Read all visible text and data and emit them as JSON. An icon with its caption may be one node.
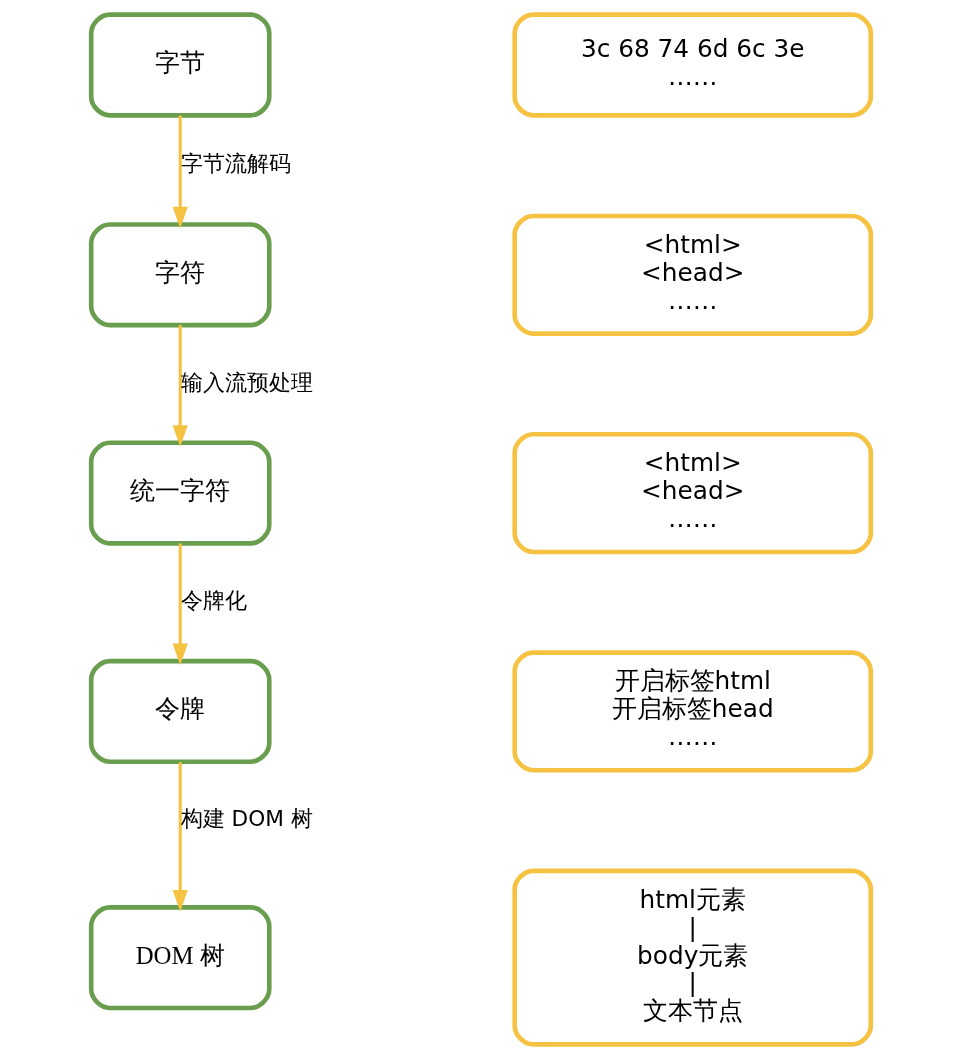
{
  "diagram": {
    "nodes": [
      {
        "text": [
          "字节"
        ]
      },
      {
        "text": [
          "字符"
        ]
      },
      {
        "text": [
          "统一字符"
        ]
      },
      {
        "text": [
          "令牌"
        ]
      },
      {
        "text": [
          "DOM 树"
        ]
      },
      {
        "text": [
          "3c 68 74 6d 6c 3e",
          "……"
        ]
      },
      {
        "text": [
          "<html>",
          "<head>",
          "……"
        ]
      },
      {
        "text": [
          "<html>",
          "<head>",
          "……"
        ]
      },
      {
        "text": [
          "开启标签html",
          "开启标签head",
          "……"
        ]
      },
      {
        "text": [
          "html元素",
          "|",
          "body元素",
          "|",
          "文本节点"
        ]
      }
    ],
    "edges": [
      {
        "from": 0,
        "to": 1,
        "arrow": "to",
        "label": "字节流解码"
      },
      {
        "from": 1,
        "to": 2,
        "arrow": "to",
        "label": "输入流预处理"
      },
      {
        "from": 2,
        "to": 3,
        "arrow": "to",
        "label": "令牌化"
      },
      {
        "from": 3,
        "to": 4,
        "arrow": "to",
        "label": "构建 DOM 树"
      }
    ]
  }
}
